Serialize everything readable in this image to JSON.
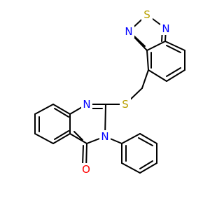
{
  "colors": {
    "background": "#ffffff",
    "bond": "#000000",
    "N": "#0000ff",
    "S": "#b8a000",
    "O": "#ff0000"
  },
  "atoms": {
    "s_thiadiazole": "S",
    "n_thiadiazole_right": "N",
    "n_thiadiazole_left": "N",
    "s_thioether": "S",
    "n_quinazoline_top": "N",
    "n_quinazoline_phenyl": "N",
    "o_carbonyl": "O"
  }
}
